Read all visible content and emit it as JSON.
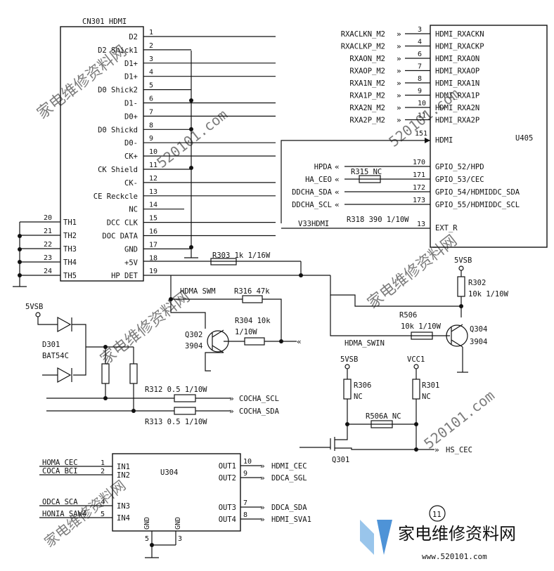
{
  "connector": {
    "title": "CN301 HDMI",
    "pins": [
      {
        "num": "1",
        "name": "D2"
      },
      {
        "num": "2",
        "name": "D2 Shick1"
      },
      {
        "num": "3",
        "name": "D1+"
      },
      {
        "num": "4",
        "name": "D1+"
      },
      {
        "num": "5",
        "name": "D0 Shick2"
      },
      {
        "num": "6",
        "name": "D1-"
      },
      {
        "num": "7",
        "name": "D0+"
      },
      {
        "num": "8",
        "name": "D0 Shickd"
      },
      {
        "num": "9",
        "name": "D0-"
      },
      {
        "num": "10",
        "name": "CK+"
      },
      {
        "num": "11",
        "name": "CK Shield"
      },
      {
        "num": "12",
        "name": "CK-"
      },
      {
        "num": "13",
        "name": "CE Reckcle"
      },
      {
        "num": "14",
        "name": "NC"
      },
      {
        "num": "15",
        "name": "DCC CLK"
      },
      {
        "num": "16",
        "name": "DOC DATA"
      },
      {
        "num": "17",
        "name": "GND"
      },
      {
        "num": "18",
        "name": "+5V"
      },
      {
        "num": "19",
        "name": "HP DET"
      }
    ],
    "th_pins": [
      {
        "num": "20",
        "name": "TH1"
      },
      {
        "num": "21",
        "name": "TH2"
      },
      {
        "num": "22",
        "name": "TH3"
      },
      {
        "num": "23",
        "name": "TH4"
      },
      {
        "num": "24",
        "name": "TH5"
      }
    ]
  },
  "u405": {
    "ref": "U405",
    "rx_pins": [
      {
        "net": "RXACLKN_M2",
        "num": "3",
        "name": "HDMI_RXACKN"
      },
      {
        "net": "RXACLKP_M2",
        "num": "4",
        "name": "HDMI_RXACKP"
      },
      {
        "net": "RXAON_M2",
        "num": "6",
        "name": "HDMI_RXAON"
      },
      {
        "net": "RXAOP_M2",
        "num": "7",
        "name": "HDMI_RXAOP"
      },
      {
        "net": "RXA1N_M2",
        "num": "8",
        "name": "HDMI_RXA1N"
      },
      {
        "net": "RXA1P_M2",
        "num": "9",
        "name": "HDMI_RXA1P"
      },
      {
        "net": "RXA2N_M2",
        "num": "10",
        "name": "HDMI_RXA2N"
      },
      {
        "net": "RXA2P_M2",
        "num": "11",
        "name": "HDMI_RXA2P"
      }
    ],
    "hdmi_pin": {
      "num": "151",
      "name": "HDMI"
    },
    "gpio_pins": [
      {
        "net": "HPDA",
        "num": "170",
        "name": "GPIO_52/HPD"
      },
      {
        "net": "HA_CEO",
        "num": "171",
        "name": "GPIO_53/CEC"
      },
      {
        "net": "DDCHA_SDA",
        "num": "172",
        "name": "GPIO_54/HDMIDDC_SDA"
      },
      {
        "net": "DDCHA_SCL",
        "num": "173",
        "name": "GPIO_55/HDMIDDC_SCL"
      }
    ],
    "ext_pin": {
      "net": "V33HDMI",
      "num": "13",
      "name": "EXT_R"
    },
    "r315": "R315 NC",
    "r318": "R318 390 1/10W"
  },
  "hpd": {
    "r303": "R303 1k 1/16W",
    "hdma_swm": "HDMA SWM",
    "r316": "R316 47k",
    "r304a": "R304 10k",
    "r304b": "1/10W",
    "q302a": "Q302",
    "q302b": "3904",
    "vsb": "5VSB",
    "r302a": "R302",
    "r302b": "10k 1/10W",
    "r506a": "R506",
    "r506b": "10k 1/10W",
    "hdma_swin": "HDMA_SWIN",
    "q304a": "Q304",
    "q304b": "3904"
  },
  "ddc": {
    "vsb": "5VSB",
    "d301": "D301",
    "bat": "BAT54C",
    "r312": "R312 0.5 1/10W",
    "r313": "R313 0.5 1/10W",
    "scl": "COCHA_SCL",
    "sda": "COCHA_SDA"
  },
  "cec": {
    "vsb": "5VSB",
    "vcc": "VCC1",
    "r306": "R306",
    "r306nc": "NC",
    "r301": "R301",
    "r301nc": "NC",
    "r506a": "R506A NC",
    "q301": "Q301",
    "hs_cec": "HS_CEC"
  },
  "u304": {
    "ref": "U304",
    "in_pins": [
      {
        "net": "HOMA_CEC",
        "num": "1",
        "name": "IN1"
      },
      {
        "net": "COCA_BCI",
        "num": "2",
        "name": "IN2"
      },
      {
        "net": "ODCA_SCA",
        "num": "4",
        "name": "IN3"
      },
      {
        "net": "HONIA_SAW4",
        "num": "5",
        "name": "IN4"
      }
    ],
    "out_pins": [
      {
        "num": "10",
        "name": "OUT1",
        "net": "HDMI_CEC"
      },
      {
        "num": "9",
        "name": "OUT2",
        "net": "DDCA_SGL"
      },
      {
        "num": "7",
        "name": "OUT3",
        "net": "DDCA_SDA"
      },
      {
        "num": "8",
        "name": "OUT4",
        "net": "HDMI_SVA1"
      }
    ],
    "gnd_pins": [
      {
        "num": "5",
        "name": "GND"
      },
      {
        "num": "3",
        "name": "GND"
      }
    ]
  },
  "page_mark": "11",
  "logo": {
    "text": "家电维修资料网",
    "url": "www.520101.com",
    "color": "#1f6fc4"
  },
  "watermark": {
    "cn": "家电维修资料网",
    "num": "520101.com"
  }
}
